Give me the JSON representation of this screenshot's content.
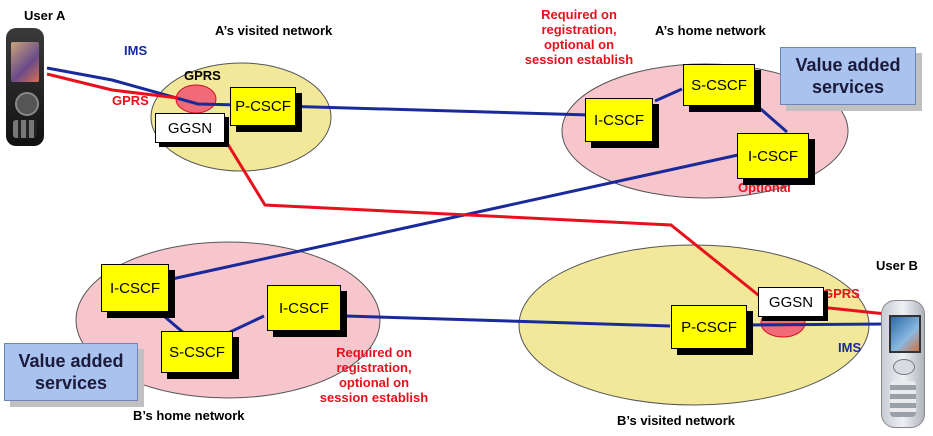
{
  "labels": {
    "user_a": "User A",
    "user_b": "User B",
    "a_visited": "A’s visited network",
    "a_home": "A’s home network",
    "b_home": "B’s home network",
    "b_visited": "B’s visited network",
    "ims_a": "IMS",
    "gprs_a_red": "GPRS",
    "gprs_a_in": "GPRS",
    "gprs_b": "GPRS",
    "ims_b": "IMS",
    "optional": "Optional"
  },
  "notes": {
    "a_side": "Required on\nregistration,\noptional on\nsession establish",
    "b_side": "Required on\nregistration,\noptional on\nsession establish"
  },
  "nodes": {
    "a_pcscf": "P-CSCF",
    "a_ggsn": "GGSN",
    "ah_icscf": "I-CSCF",
    "ah_scscf": "S-CSCF",
    "ah_icscf2": "I-CSCF",
    "bh_icscf": "I-CSCF",
    "bh_scscf": "S-CSCF",
    "bh_icscf2": "I-CSCF",
    "b_ggsn": "GGSN",
    "b_pcscf": "P-CSCF"
  },
  "vas": {
    "a": "Value added\nservices",
    "b": "Value added\nservices"
  },
  "colors": {
    "ims_link": "#1a2a9a",
    "gprs_link": "#e8101c",
    "network_fill": "#f2e89a",
    "home_fill": "#f7c6cc",
    "node_fill": "#ffff00"
  }
}
